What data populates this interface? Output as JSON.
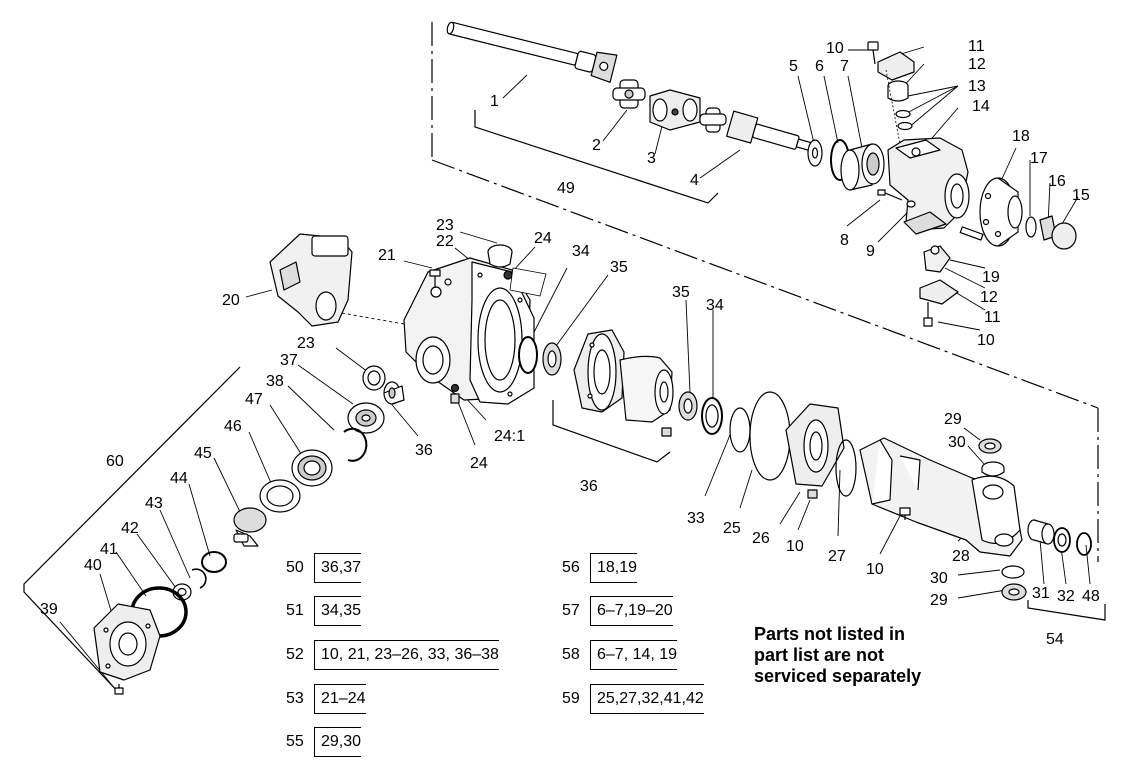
{
  "callouts": [
    "1",
    "2",
    "3",
    "4",
    "49",
    "5",
    "6",
    "7",
    "10",
    "11",
    "12",
    "13",
    "14",
    "18",
    "17",
    "16",
    "15",
    "8",
    "9",
    "19",
    "12",
    "11",
    "10",
    "23",
    "22",
    "24",
    "21",
    "20",
    "34",
    "35",
    "35",
    "34",
    "23",
    "37",
    "38",
    "36",
    "24",
    "24:1",
    "47",
    "46",
    "45",
    "60",
    "44",
    "43",
    "42",
    "41",
    "40",
    "39",
    "36",
    "33",
    "25",
    "26",
    "10",
    "27",
    "29",
    "30",
    "28",
    "10",
    "30",
    "29",
    "31",
    "32",
    "48",
    "54"
  ],
  "kits": [
    {
      "num": "50",
      "parts": "36,37"
    },
    {
      "num": "51",
      "parts": "34,35"
    },
    {
      "num": "52",
      "parts": "10, 21, 23–26, 33, 36–38"
    },
    {
      "num": "53",
      "parts": "21–24"
    },
    {
      "num": "55",
      "parts": "29,30"
    },
    {
      "num": "56",
      "parts": "18,19"
    },
    {
      "num": "57",
      "parts": "6–7,19–20"
    },
    {
      "num": "58",
      "parts": "6–7, 14, 19"
    },
    {
      "num": "59",
      "parts": "25,27,32,41,42"
    }
  ],
  "note": [
    "Parts not listed in",
    "part list are not",
    "serviced separately"
  ]
}
